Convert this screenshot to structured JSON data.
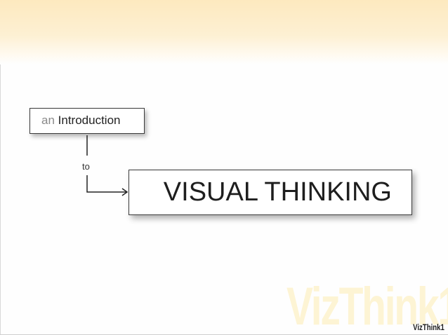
{
  "intro": {
    "prefix": "an",
    "title": "Introduction"
  },
  "connector_label": "to",
  "main_title": "VISUAL THINKING",
  "brand": {
    "watermark": "VizThink1",
    "logo": "VizThink1"
  },
  "colors": {
    "top_band": "#fde9bf",
    "watermark": "#fdf4d4",
    "box_border": "#3a3a3a",
    "prefix_text": "#8a8a8a"
  }
}
